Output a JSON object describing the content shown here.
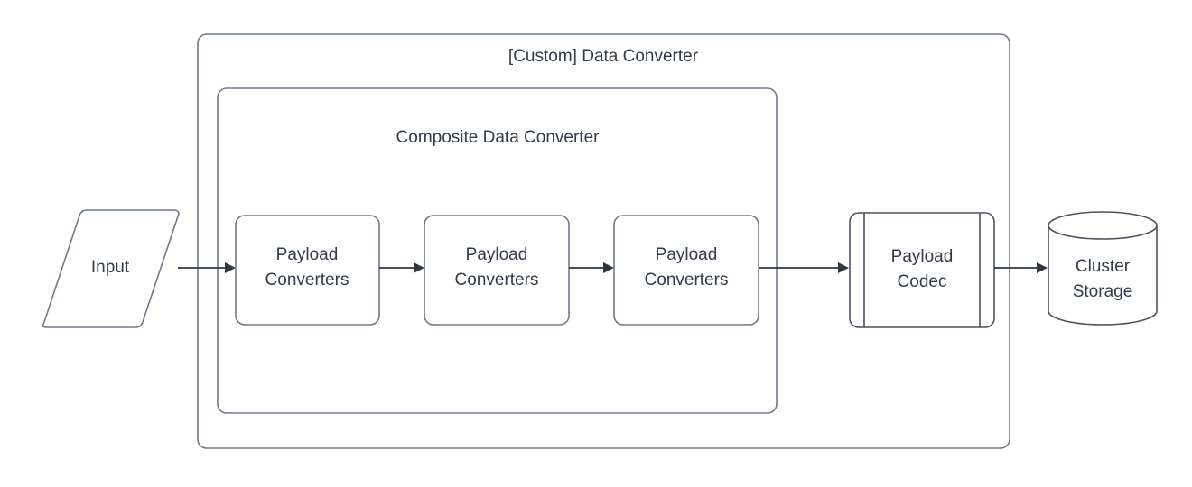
{
  "diagram": {
    "title": "[Custom] Data Converter",
    "outer_container": {
      "label": "[Custom] Data Converter"
    },
    "inner_container": {
      "label": "Composite Data Converter"
    },
    "nodes": [
      {
        "id": "input",
        "label": "Input",
        "shape": "parallelogram"
      },
      {
        "id": "payload-converters-1",
        "label_line1": "Payload",
        "label_line2": "Converters",
        "shape": "rounded-rect"
      },
      {
        "id": "payload-converters-2",
        "label_line1": "Payload",
        "label_line2": "Converters",
        "shape": "rounded-rect"
      },
      {
        "id": "payload-converters-3",
        "label_line1": "Payload",
        "label_line2": "Converters",
        "shape": "rounded-rect"
      },
      {
        "id": "payload-codec",
        "label_line1": "Payload",
        "label_line2": "Codec",
        "shape": "predefined-process"
      },
      {
        "id": "cluster-storage",
        "label_line1": "Cluster",
        "label_line2": "Storage",
        "shape": "cylinder"
      }
    ],
    "edges": [
      {
        "from": "input",
        "to": "payload-converters-1"
      },
      {
        "from": "payload-converters-1",
        "to": "payload-converters-2"
      },
      {
        "from": "payload-converters-2",
        "to": "payload-converters-3"
      },
      {
        "from": "payload-converters-3",
        "to": "payload-codec"
      },
      {
        "from": "payload-codec",
        "to": "cluster-storage"
      }
    ],
    "colors": {
      "stroke": "#6f7a8b",
      "stroke_dark": "#4a5260",
      "text": "#323b49",
      "connector": "#2f3741",
      "background": "#ffffff"
    }
  }
}
